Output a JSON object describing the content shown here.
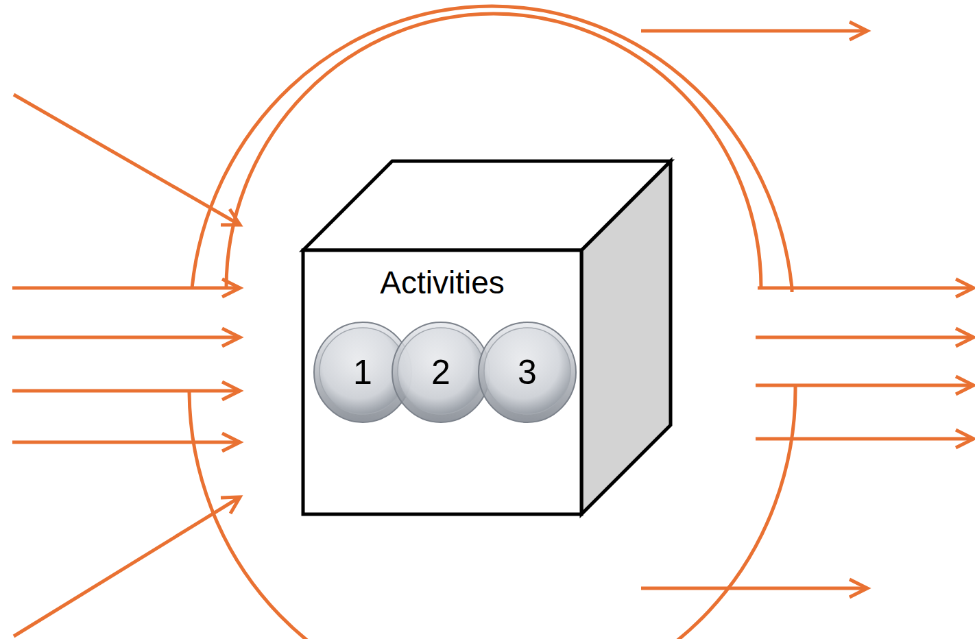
{
  "diagram": {
    "nodes": [
      {
        "text": [
          "Activities"
        ]
      },
      {
        "text": [
          "1"
        ],
        "in": 0
      },
      {
        "text": [
          "2"
        ],
        "in": 0
      },
      {
        "text": [
          "3"
        ],
        "in": 0
      }
    ]
  }
}
